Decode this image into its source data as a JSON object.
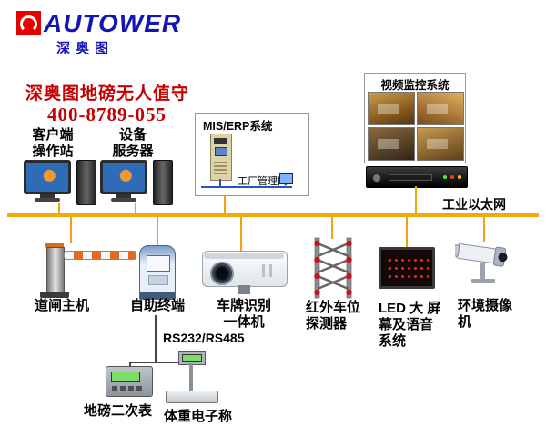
{
  "logo": {
    "brand": "AUTOWER",
    "brand_cn": "深奥图"
  },
  "header": {
    "title": "深奥图地磅无人值守",
    "phone": "400-8789-055"
  },
  "top_nodes": {
    "client_station": {
      "line1": "客户端",
      "line2": "操作站"
    },
    "device_server": {
      "line1": "设备",
      "line2": "服务器"
    },
    "mis_erp": {
      "title": "MIS/ERP系统",
      "network_label": "工厂管理网"
    },
    "video": {
      "title": "视频监控系统"
    }
  },
  "bus": {
    "label": "工业以太网"
  },
  "bottom_nodes": {
    "barrier": {
      "label": "道闸主机"
    },
    "kiosk": {
      "label": "自助终端"
    },
    "lpr": {
      "line1": "车牌识别",
      "line2": "一体机"
    },
    "infrared": {
      "line1": "红外车位",
      "line2": "探测器"
    },
    "led": {
      "line1": "LED 大 屏",
      "line2": "幕及语音",
      "line3": "系统"
    },
    "env_camera": {
      "line1": "环境摄像",
      "line2": "机"
    }
  },
  "serial": {
    "label": "RS232/RS485"
  },
  "sub_nodes": {
    "indicator": {
      "label": "地磅二次表"
    },
    "scale": {
      "label": "体重电子称"
    }
  },
  "colors": {
    "bus": "#f5a80a",
    "title_red": "#c40000",
    "logo_blue": "#1515b5",
    "logo_red": "#e60000",
    "led_dot": "#ff3020"
  }
}
